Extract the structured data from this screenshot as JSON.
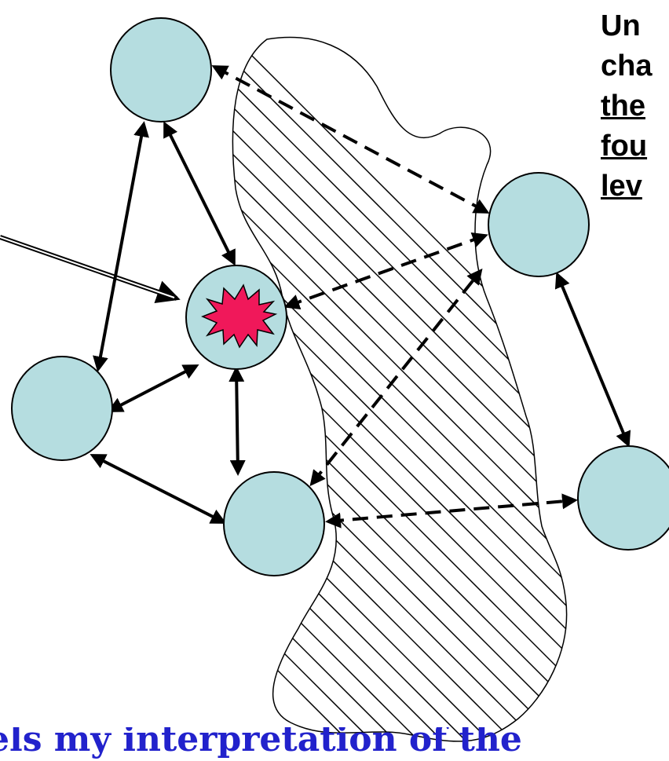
{
  "annotation_lines": [
    "Un",
    "cha",
    "the",
    "fou",
    "lev"
  ],
  "caption": "els my interpretation of the",
  "colors": {
    "node_fill": "#b5dde0",
    "fault_star": "#f0185a",
    "caption_text": "#2222cc"
  },
  "diagram": {
    "nodes": [
      "top-left",
      "center-fault",
      "left",
      "bottom-center",
      "right-top",
      "right-bottom"
    ],
    "fault_icon": "starburst-icon"
  }
}
